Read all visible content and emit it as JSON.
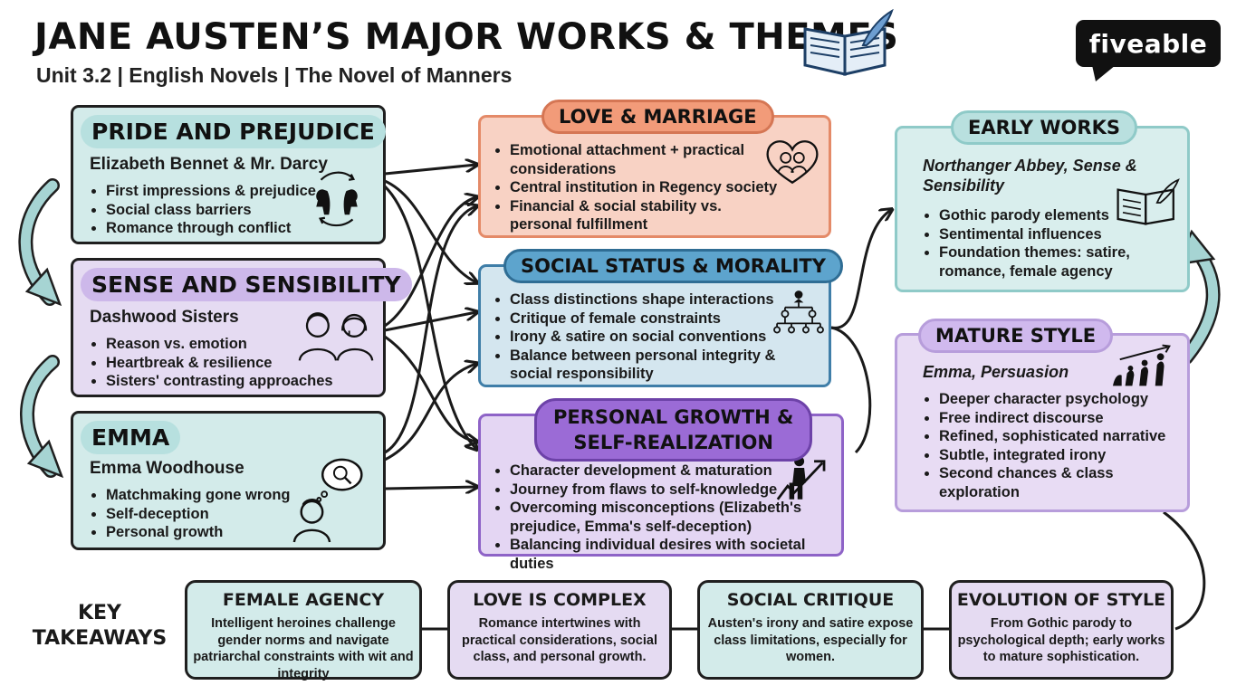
{
  "header": {
    "title": "JANE AUSTEN’S MAJOR WORKS & THEMES",
    "subtitle": "Unit 3.2 | English Novels | The Novel of Manners"
  },
  "logo": {
    "text": "fiveable"
  },
  "novels": [
    {
      "title": "PRIDE AND PREJUDICE",
      "characters": "Elizabeth Bennet & Mr. Darcy",
      "bullets": [
        "First impressions & prejudice",
        "Social class barriers",
        "Romance through conflict"
      ],
      "icon": "two-profiles-icon"
    },
    {
      "title": "SENSE AND SENSIBILITY",
      "characters": "Dashwood Sisters",
      "bullets": [
        "Reason vs. emotion",
        "Heartbreak & resilience",
        "Sisters' contrasting approaches"
      ],
      "icon": "two-sisters-icon"
    },
    {
      "title": "EMMA",
      "characters": "Emma Woodhouse",
      "bullets": [
        "Matchmaking gone wrong",
        "Self-deception",
        "Personal growth"
      ],
      "icon": "thinking-woman-icon"
    }
  ],
  "themes": [
    {
      "title": "LOVE & MARRIAGE",
      "bullets": [
        "Emotional attachment + practical considerations",
        "Central institution in Regency society",
        "Financial & social stability vs. personal fulfillment"
      ],
      "icon": "heart-couple-icon"
    },
    {
      "title": "SOCIAL STATUS & MORALITY",
      "bullets": [
        "Class distinctions shape interactions",
        "Critique of female constraints",
        "Irony & satire on social conventions",
        "Balance between personal integrity & social responsibility"
      ],
      "icon": "hierarchy-icon"
    },
    {
      "title_line1": "PERSONAL GROWTH &",
      "title_line2": "SELF-REALIZATION",
      "bullets": [
        "Character development & maturation",
        "Journey from flaws to self-knowledge",
        "Overcoming misconceptions (Elizabeth's prejudice, Emma's self-deception)",
        "Balancing individual desires with societal duties"
      ],
      "icon": "climbing-person-icon"
    }
  ],
  "stages": [
    {
      "title": "EARLY WORKS",
      "works": "Northanger Abbey, Sense & Sensibility",
      "bullets": [
        "Gothic parody elements",
        "Sentimental influences",
        "Foundation themes: satire, romance, female agency"
      ],
      "icon": "open-book-icon"
    },
    {
      "title": "MATURE STYLE",
      "works": "Emma, Persuasion",
      "bullets": [
        "Deeper character psychology",
        "Free indirect discourse",
        "Refined, sophisticated narrative",
        "Subtle, integrated irony",
        "Second chances & class exploration"
      ],
      "icon": "evolution-icon"
    }
  ],
  "takeaways": {
    "label_line1": "KEY",
    "label_line2": "TAKEAWAYS",
    "items": [
      {
        "title": "FEMALE AGENCY",
        "text": "Intelligent heroines challenge gender norms and navigate patriarchal constraints with wit and integrity"
      },
      {
        "title": "LOVE IS COMPLEX",
        "text": "Romance intertwines with practical considerations, social class, and personal growth."
      },
      {
        "title": "SOCIAL CRITIQUE",
        "text": "Austen's irony and satire expose class limitations, especially for women."
      },
      {
        "title": "EVOLUTION OF STYLE",
        "text": "From Gothic parody to psychological depth; early works to mature sophistication."
      }
    ]
  },
  "colors": {
    "teal": "#d3ebea",
    "lavender": "#e5dbf2",
    "peach": "#f8d2c4",
    "peach_border": "#e48a68",
    "blue": "#d4e6ef",
    "blue_border": "#3f7ea8",
    "purple": "#e4d6f3",
    "purple_border": "#8e63c7",
    "arrow_teal": "#9fcfcf"
  }
}
